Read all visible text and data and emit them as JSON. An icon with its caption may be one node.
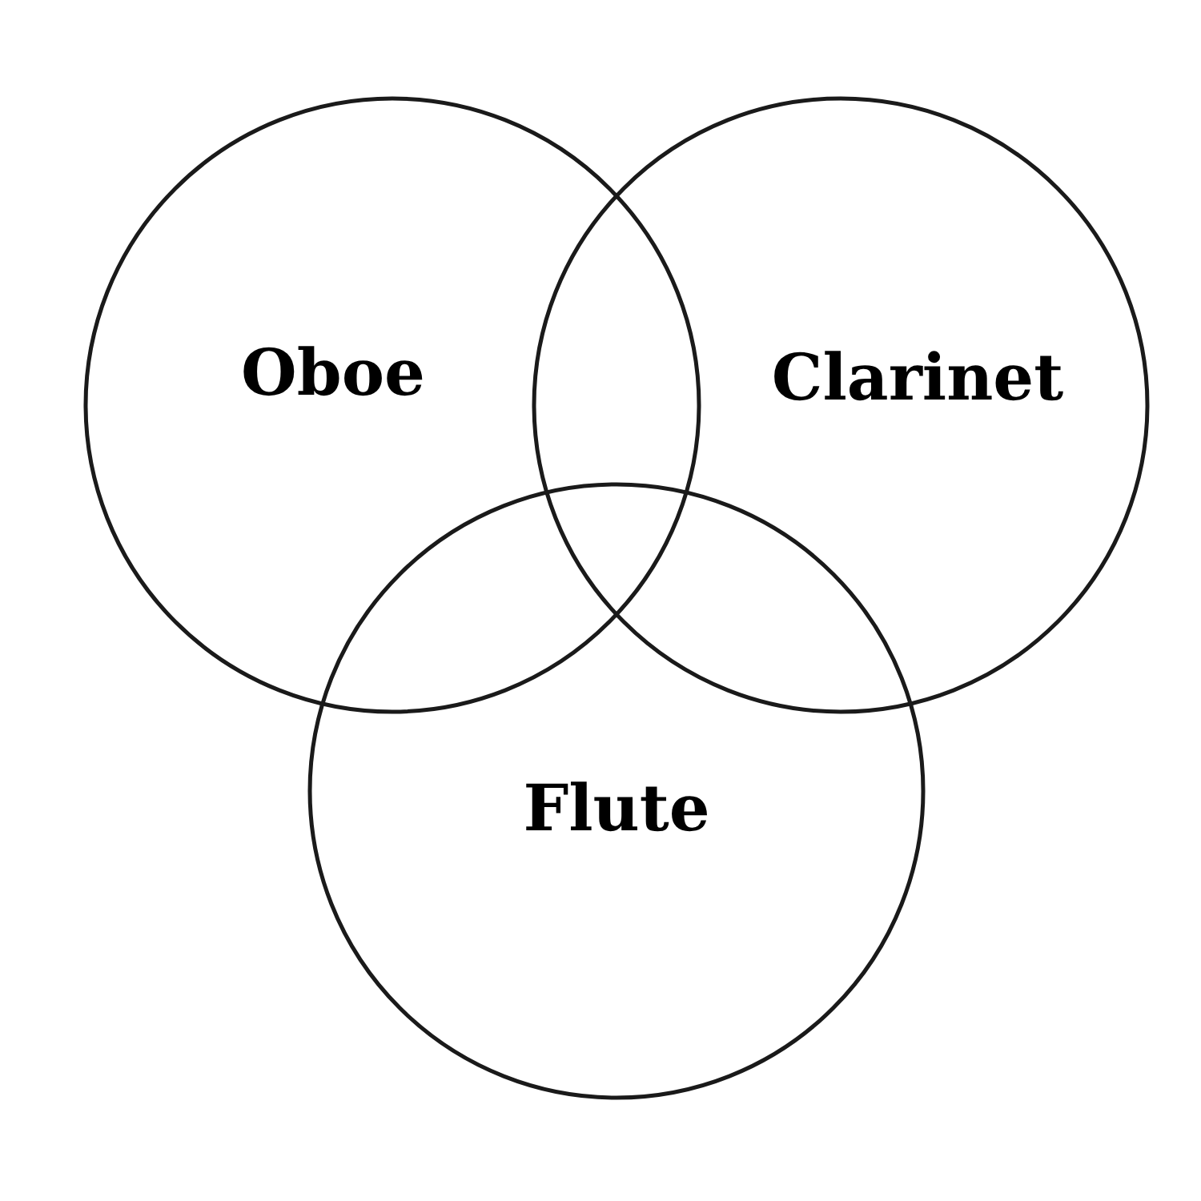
{
  "diagram": {
    "nodes": [
      {
        "text": [
          "Oboe"
        ]
      },
      {
        "text": [
          "Clarinet"
        ]
      },
      {
        "text": [
          "Flute"
        ]
      }
    ]
  }
}
